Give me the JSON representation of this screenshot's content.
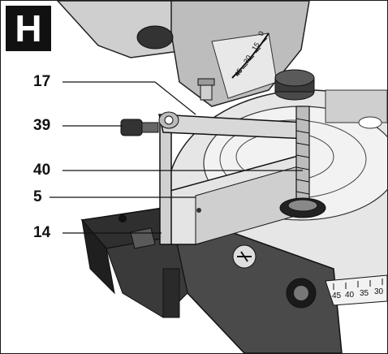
{
  "figure": {
    "panel_letter": "H",
    "callouts": [
      {
        "label": "17"
      },
      {
        "label": "39"
      },
      {
        "label": "40"
      },
      {
        "label": "5"
      },
      {
        "label": "14"
      }
    ],
    "scale_numbers": [
      "45",
      "40",
      "35",
      "30"
    ],
    "dial_numbers": [
      "0",
      "15",
      "30",
      "45"
    ],
    "colors": {
      "ink": "#111111",
      "base": "#4a4a4a",
      "base_dark": "#2a2a2a",
      "light_metal": "#d8d8d8",
      "mid_metal": "#9a9a9a"
    }
  }
}
